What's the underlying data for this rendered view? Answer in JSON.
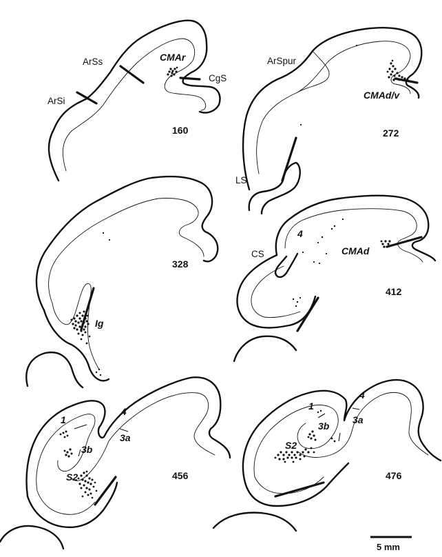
{
  "sections": [
    {
      "number": "160",
      "sulci": [
        "ArSs",
        "ArSi",
        "CgS"
      ],
      "areas": [
        "CMAr"
      ]
    },
    {
      "number": "272",
      "sulci": [
        "ArSpur",
        "LS"
      ],
      "areas": [
        "CMAd/v"
      ]
    },
    {
      "number": "328",
      "sulci": [],
      "areas": [
        "Ig"
      ]
    },
    {
      "number": "412",
      "sulci": [
        "CS"
      ],
      "areas": [
        "4",
        "CMAd"
      ]
    },
    {
      "number": "456",
      "sulci": [],
      "areas": [
        "1",
        "3b",
        "3a",
        "4",
        "S2"
      ]
    },
    {
      "number": "476",
      "sulci": [],
      "areas": [
        "1",
        "3b",
        "3a",
        "4",
        "S2"
      ]
    }
  ],
  "scale_bar": {
    "label": "5 mm"
  }
}
